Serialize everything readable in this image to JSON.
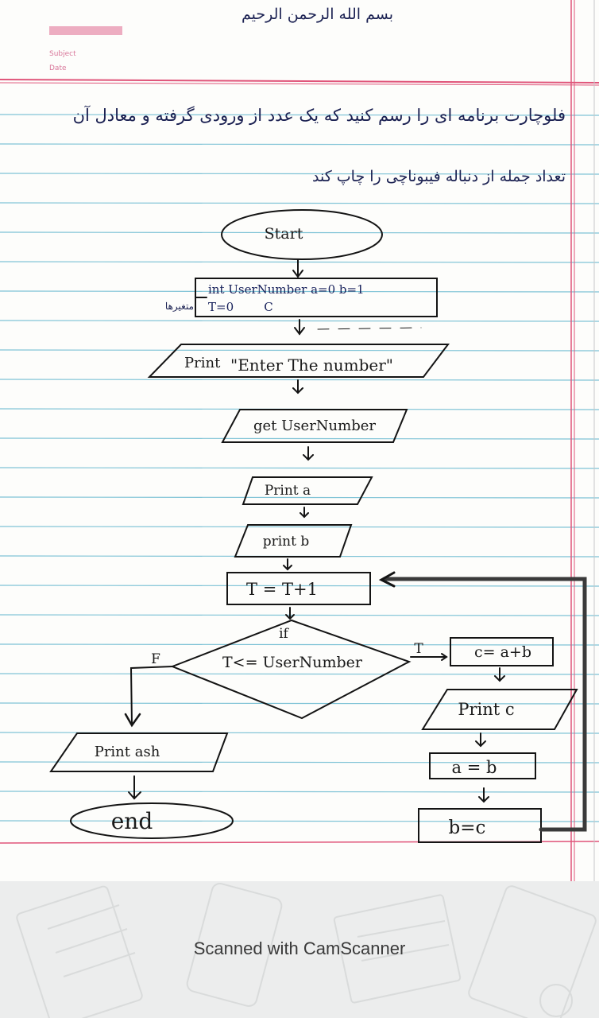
{
  "header": {
    "bismillah": "بسم الله الرحمن الرحیم",
    "notebook_labels": [
      "Subject",
      "Date"
    ]
  },
  "question": {
    "line1": "فلوچارت برنامه ای را رسم کنید که یک عدد از ورودی گرفته و معادل آن",
    "line2": "تعداد جمله از دنباله فیبوناچی را چاپ کند"
  },
  "flowchart": {
    "start": "Start",
    "declare_line1": "int  UserNumber   a=0   b=1",
    "declare_line2": "T=0        C",
    "declare_note": "متغیرها",
    "print_prompt_keyword": "Print",
    "print_prompt_text": "\"Enter The number\"",
    "get_input": "get UserNumber",
    "print_a": "Print a",
    "print_b": "print b",
    "increment": "T = T+1",
    "if_label": "if",
    "condition": "T<= UserNumber",
    "false_label": "F",
    "true_label": "T",
    "sum": "c= a+b",
    "print_c": "Print c",
    "assign_a": "a = b",
    "assign_b": "b=c",
    "print_end": "Print ash",
    "end": "end"
  },
  "footer": {
    "text": "Scanned with CamScanner"
  },
  "colors": {
    "ruled_line": "#7fc3d6",
    "margin_line": "#e0557a",
    "ink": "#1a1a1a",
    "farsi_ink": "#1b2152",
    "footer_bg": "#eceded"
  }
}
